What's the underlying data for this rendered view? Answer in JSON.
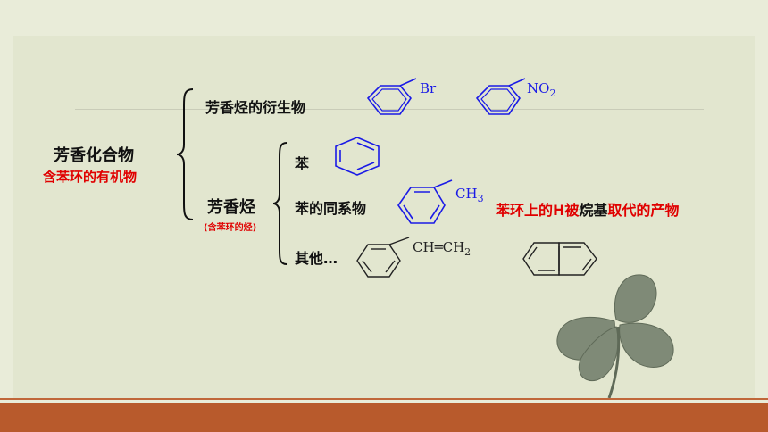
{
  "root": {
    "title": "芳香化合物",
    "subtitle": "含苯环的有机物"
  },
  "branches": {
    "derivative": "芳香烃的衍生物",
    "hydrocarbon": "芳香烃",
    "hydrocarbon_note": "(含苯环的烃)"
  },
  "sub_branches": {
    "benzene": "苯",
    "homolog": "苯的同系物",
    "other": "其他…"
  },
  "homolog_definition": {
    "part1": "苯环上的H被",
    "part2": "烷基",
    "part3": "取代的产物"
  },
  "molecules": {
    "bromobenzene_sub": "Br",
    "nitrobenzene_sub": "NO",
    "nitrobenzene_subscript": "2",
    "toluene_sub": "CH",
    "toluene_subscript": "3",
    "styrene_ch": "CH",
    "styrene_eq": "═",
    "styrene_ch2": "CH",
    "styrene_subscript": "2"
  },
  "colors": {
    "ring_blue": "#1a1ae6",
    "ring_black": "#222222",
    "accent_red": "#e00000",
    "bottom_bar": "#b85a2c",
    "background": "#e2e6cf"
  },
  "icons": {
    "clover": "four-leaf-clover-icon",
    "brace": "curly-brace-icon"
  }
}
